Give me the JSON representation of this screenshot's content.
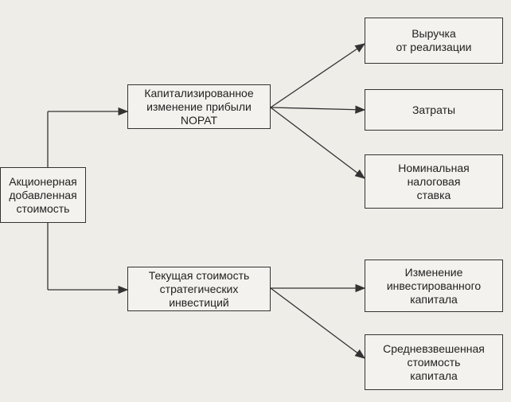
{
  "root": {
    "lines": [
      "Акционерная",
      "добавленная",
      "стоимость"
    ]
  },
  "branch_profit": {
    "lines": [
      "Капитализированное",
      "изменение прибыли",
      "NOPAT"
    ]
  },
  "branch_invest": {
    "lines": [
      "Текущая стоимость",
      "стратегических",
      "инвестиций"
    ]
  },
  "leaves": [
    {
      "lines": [
        "Выручка",
        "от реализации"
      ]
    },
    {
      "lines": [
        "Затраты"
      ]
    },
    {
      "lines": [
        "Номинальная",
        "налоговая",
        "ставка"
      ]
    },
    {
      "lines": [
        "Изменение",
        "инвестированного",
        "капитала"
      ]
    },
    {
      "lines": [
        "Средневзвешенная",
        "стоимость",
        "капитала"
      ]
    }
  ]
}
